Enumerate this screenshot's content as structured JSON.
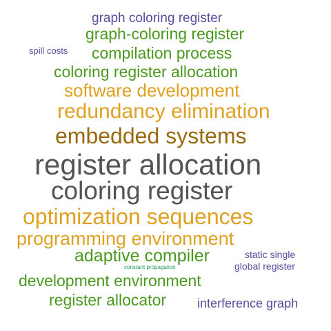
{
  "word_cloud": {
    "colors": {
      "purple": "#5a4b9c",
      "green": "#4a9a1f",
      "amber": "#e0a020",
      "brown": "#9a6a10",
      "gray": "#545454",
      "teal": "#1f9a5a"
    },
    "words": [
      {
        "text": "graph coloring register",
        "color": "#5a4b9c"
      },
      {
        "text": "graph-coloring register",
        "color": "#4a9a1f"
      },
      {
        "text": "spill costs",
        "color": "#5a4b9c"
      },
      {
        "text": "compilation process",
        "color": "#4a9a1f"
      },
      {
        "text": "coloring register allocation",
        "color": "#4a9a1f"
      },
      {
        "text": "software development",
        "color": "#e0a020"
      },
      {
        "text": "redundancy elimination",
        "color": "#e0a020"
      },
      {
        "text": "embedded systems",
        "color": "#9a6a10"
      },
      {
        "text": "register allocation",
        "color": "#545454"
      },
      {
        "text": "coloring register",
        "color": "#545454"
      },
      {
        "text": "optimization sequences",
        "color": "#e0a020"
      },
      {
        "text": "programming environment",
        "color": "#e0a020"
      },
      {
        "text": "static single",
        "color": "#5a4b9c"
      },
      {
        "text": "adaptive compiler",
        "color": "#4a9a1f"
      },
      {
        "text": "global register",
        "color": "#5a4b9c"
      },
      {
        "text": "constant propagation",
        "color": "#1f9a5a"
      },
      {
        "text": "development environment",
        "color": "#4a9a1f"
      },
      {
        "text": "register allocator",
        "color": "#4a9a1f"
      },
      {
        "text": "interference graph",
        "color": "#5a4b9c"
      }
    ]
  }
}
